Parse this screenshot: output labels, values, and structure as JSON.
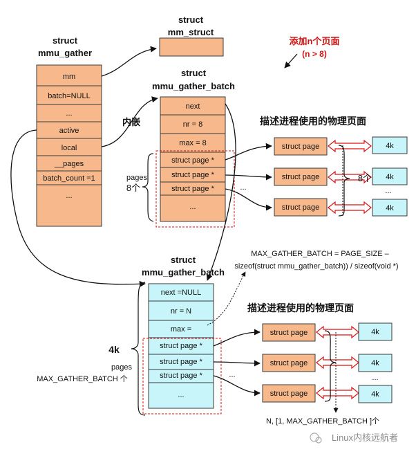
{
  "mmu_gather": {
    "title_line1": "struct",
    "title_line2": "mmu_gather",
    "fields": [
      "mm",
      "batch=NULL",
      "...",
      "active",
      "local",
      "__pages",
      "batch_count =1",
      "..."
    ]
  },
  "mm_struct": {
    "title_line1": "struct",
    "title_line2": "mm_struct"
  },
  "annotation_add": {
    "line1": "添加n个页面",
    "line2": "(n > 8)"
  },
  "batch_local": {
    "title_line1": "struct",
    "title_line2": "mmu_gather_batch",
    "fields": [
      "next",
      "nr = 8",
      "max = 8",
      "struct page *",
      "struct page *",
      "struct page *",
      "..."
    ],
    "embed_label": "内嵌",
    "pages_label": "pages",
    "pages_count": "8个",
    "section_title": "描述进程使用的物理页面",
    "struct_pages": [
      "struct page",
      "struct page",
      "struct page"
    ],
    "frames": [
      "4k",
      "4k",
      "4k"
    ],
    "frames_count": "8个",
    "ellipsis": "..."
  },
  "batch_new": {
    "title_line1": "struct",
    "title_line2": "mmu_gather_batch",
    "formula_line1": "MAX_GATHER_BATCH = PAGE_SIZE –",
    "formula_line2": "sizeof(struct mmu_gather_batch)) / sizeof(void *)",
    "fields": [
      "next =NULL",
      "nr = N",
      "max =",
      "struct page *",
      "struct page *",
      "struct page *",
      "..."
    ],
    "size_label": "4k",
    "pages_label": "pages",
    "pages_count": "MAX_GATHER_BATCH 个",
    "section_title": "描述进程使用的物理页面",
    "struct_pages": [
      "struct page",
      "struct page",
      "struct page"
    ],
    "frames": [
      "4k",
      "4k",
      "4k"
    ],
    "range_label": "N, [1, MAX_GATHER_BATCH ]个",
    "ellipsis": "..."
  },
  "watermark": "Linux内核远航者",
  "colors": {
    "orange_cell": "#f7b98c",
    "cyan_cell": "#c7f5f9",
    "annotation_red": "#d11111",
    "box_outline": "#3a3a3a"
  }
}
